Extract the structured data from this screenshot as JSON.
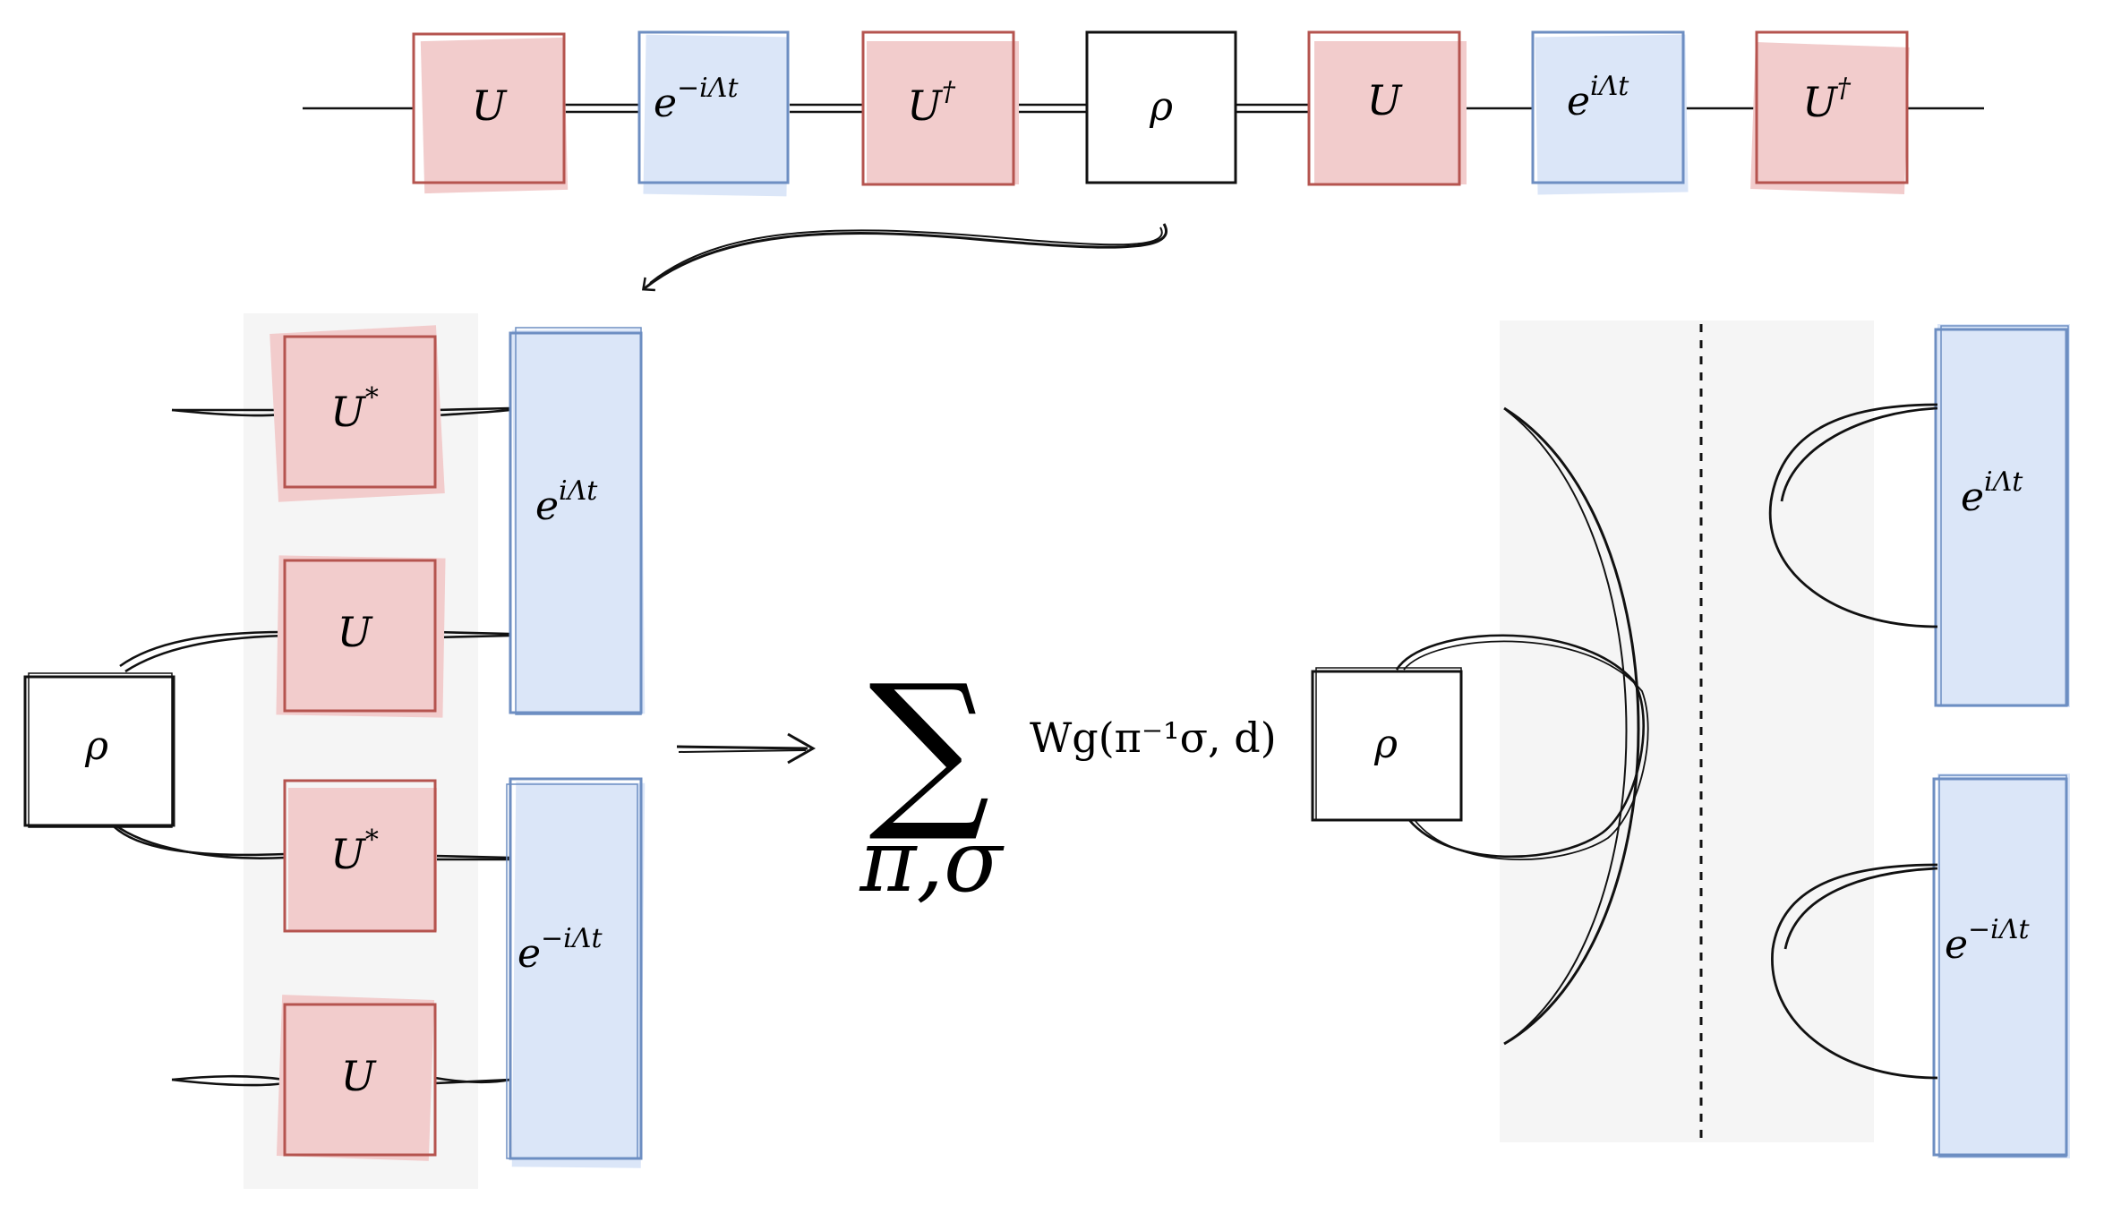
{
  "colors": {
    "red_fill": "#f2cccc",
    "red_stroke": "#b5544f",
    "blue_fill": "#dbe6f8",
    "blue_stroke": "#6d8ec2",
    "ink": "#111111",
    "panel_bg": "#f5f5f5"
  },
  "top_chain": {
    "gates": [
      {
        "label": "U",
        "sup": "",
        "kind": "red"
      },
      {
        "label": "e",
        "sup": "−iΛt",
        "kind": "blue"
      },
      {
        "label": "U",
        "sup": "†",
        "kind": "red"
      },
      {
        "label": "ρ",
        "sup": "",
        "kind": "white"
      },
      {
        "label": "U",
        "sup": "",
        "kind": "red"
      },
      {
        "label": "e",
        "sup": "iΛt",
        "kind": "blue"
      },
      {
        "label": "U",
        "sup": "†",
        "kind": "red"
      }
    ]
  },
  "left_diagram": {
    "rho": {
      "label": "ρ"
    },
    "unitaries": [
      {
        "label": "U",
        "sup": "*"
      },
      {
        "label": "U",
        "sup": ""
      },
      {
        "label": "U",
        "sup": "*"
      },
      {
        "label": "U",
        "sup": ""
      }
    ],
    "blocks": [
      {
        "label": "e",
        "sup": "iΛt"
      },
      {
        "label": "e",
        "sup": "−iΛt"
      }
    ]
  },
  "middle": {
    "sum_symbol": "∑",
    "sum_index": "π,σ",
    "weingarten": "Wg(π⁻¹σ, d)"
  },
  "right_diagram": {
    "rho": {
      "label": "ρ"
    },
    "blocks": [
      {
        "label": "e",
        "sup": "iΛt"
      },
      {
        "label": "e",
        "sup": "−iΛt"
      }
    ]
  }
}
